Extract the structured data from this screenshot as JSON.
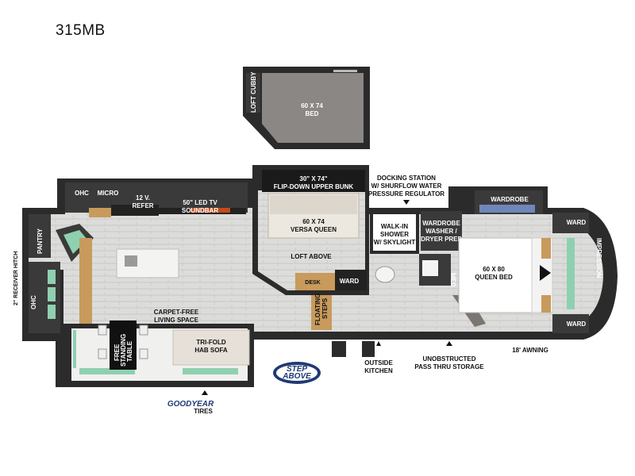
{
  "model": "315MB",
  "labels": {
    "loft_cubby": "LOFT CUBBY",
    "loft_bed_size": "60 X 74",
    "loft_bed": "BED",
    "ohc_top": "OHC",
    "micro": "MICRO",
    "refer_volt": "12 V.",
    "refer": "REFER",
    "tv_line1": "50\" LED TV",
    "tv_line2": "SOUNDBAR",
    "bunk_size": "30\" X 74\"",
    "bunk": "FLIP-DOWN UPPER BUNK",
    "versa_size": "60 X 74",
    "versa": "VERSA QUEEN",
    "loft_above": "LOFT ABOVE",
    "desk": "DESK",
    "ward_desk": "WARD",
    "docking_1": "DOCKING STATION",
    "docking_2": "W/ SHURFLOW WATER",
    "docking_3": "PRESSURE REGULATOR",
    "shower_1": "WALK-IN",
    "shower_2": "SHOWER",
    "shower_3": "W/ SKYLIGHT",
    "wardrobe_left_1": "WARDROBE",
    "wardrobe_left_2": "WASHER /",
    "wardrobe_left_3": "DRYER PREP",
    "wardrobe_top": "WARDROBE",
    "ward_front_top": "WARD",
    "ward_front_bottom": "WARD",
    "med": "MED",
    "queen_size": "60 X 80",
    "queen": "QUEEN BED",
    "impression": "IMPRESSION",
    "pantry": "PANTRY",
    "hitch": "2\" RECEIVER HITCH",
    "ohc_side": "OHC",
    "living_1": "CARPET-FREE",
    "living_2": "LIVING SPACE",
    "table_1": "FREE",
    "table_2": "STANDING",
    "table_3": "TABLE",
    "sofa_1": "TRI-FOLD",
    "sofa_2": "HAB SOFA",
    "steps_1": "FLOATING",
    "steps_2": "STEPS",
    "step_above_1": "STEP",
    "step_above_2": "ABOVE",
    "outside_1": "OUTSIDE",
    "outside_2": "KITCHEN",
    "storage_1": "UNOBSTRUCTED",
    "storage_2": "PASS THRU STORAGE",
    "awning": "18' AWNING",
    "goodyear": "GOODYEAR",
    "tires": "TIRES"
  },
  "colors": {
    "wall": "#2b2b2b",
    "floor": "#d9d9d7",
    "cabinet": "#3a3a3a",
    "wood": "#c89a5c",
    "window": "#8fd0b0",
    "carpet": "#7c7670",
    "accent_blue": "#1f3a73"
  }
}
